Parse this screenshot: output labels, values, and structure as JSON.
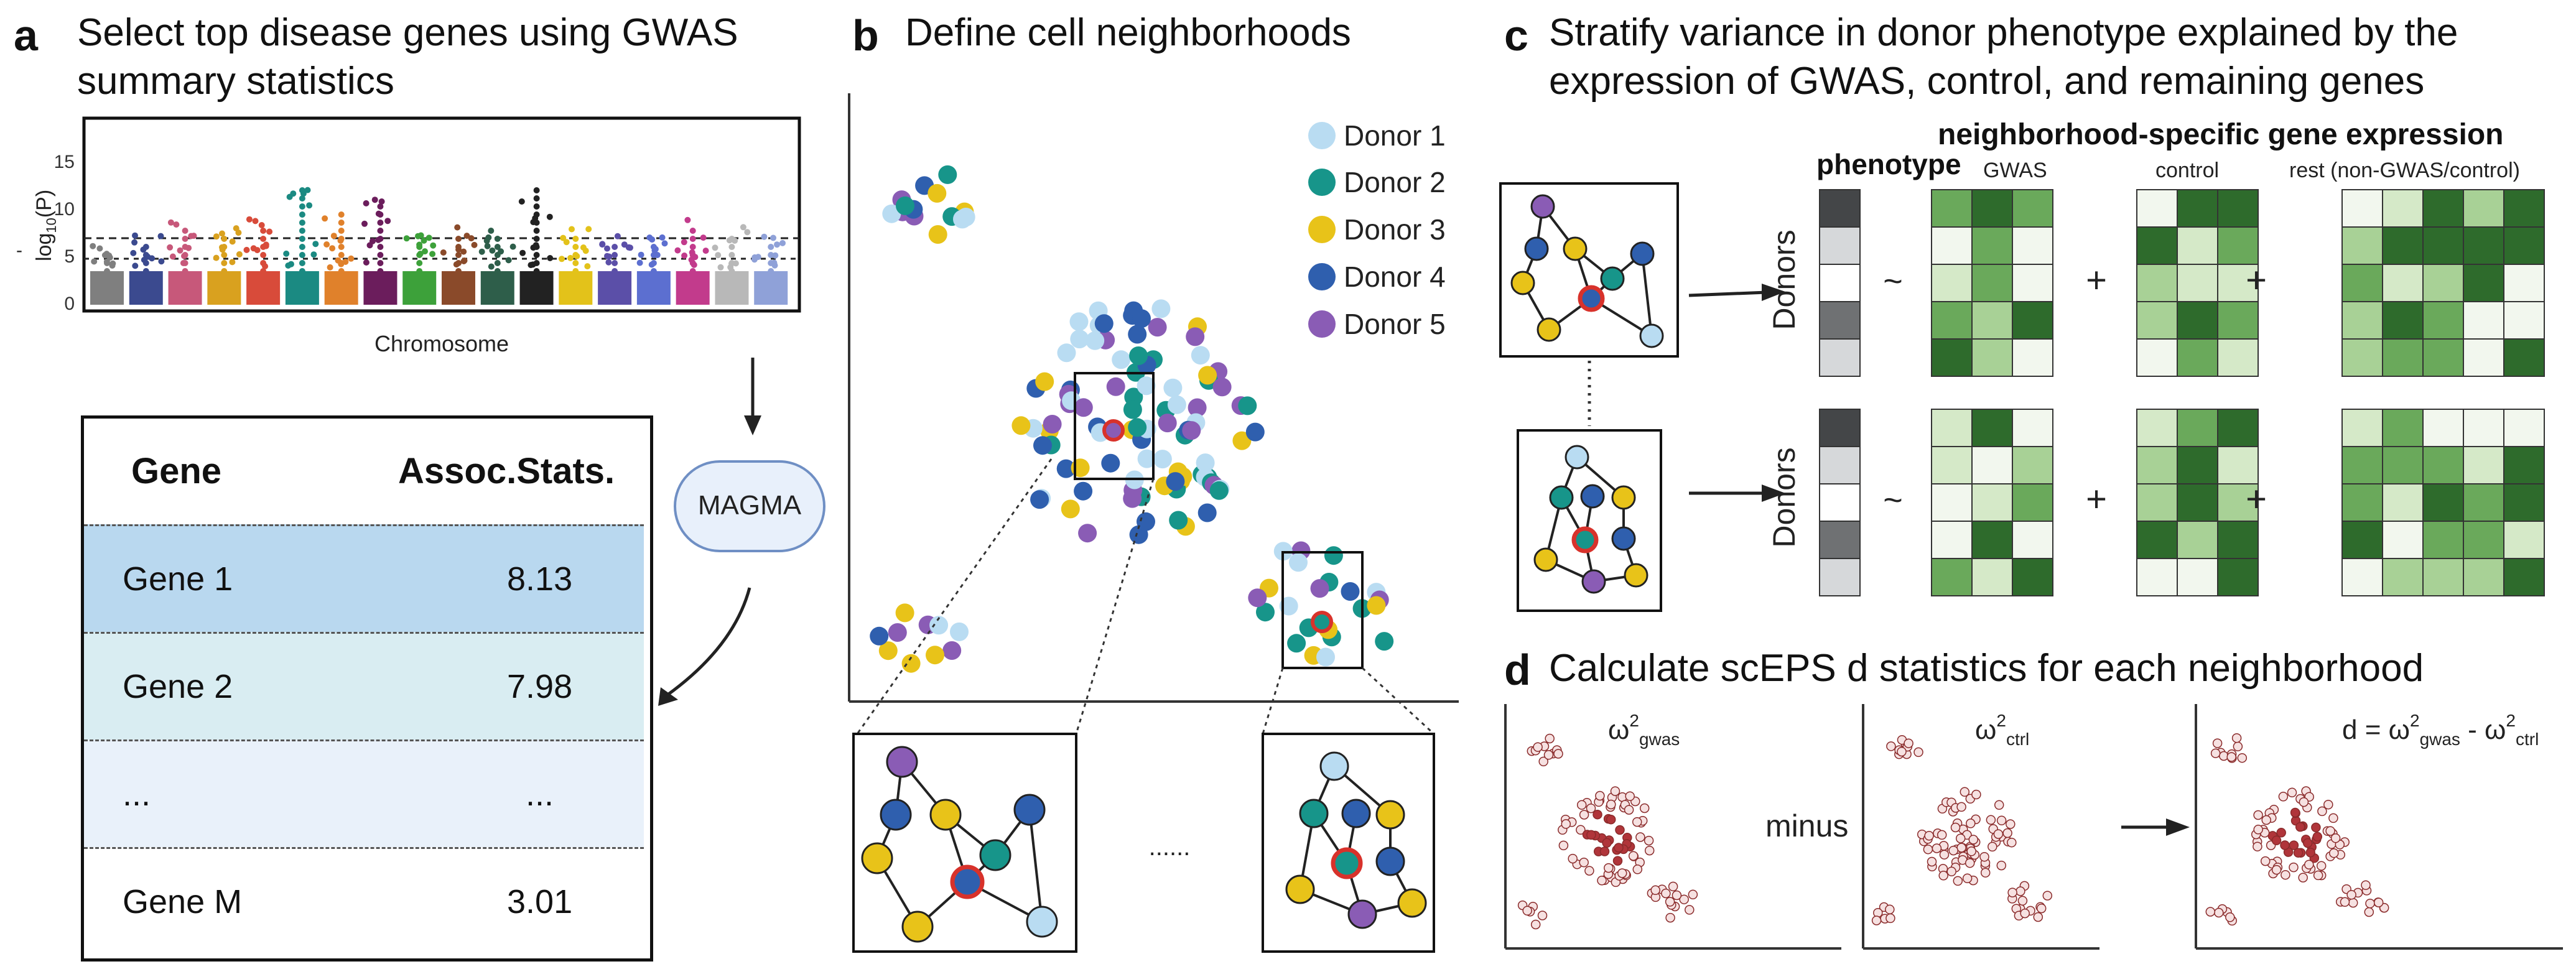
{
  "panels": {
    "a": {
      "letter": "a",
      "title_line1": "Select top disease genes using GWAS",
      "title_line2": "summary statistics",
      "manhattan": {
        "ylabel": "-log10(P)",
        "ylabel_base": "log",
        "ylabel_sub": "10",
        "ylabel_rest": "(P)",
        "ylabel_minus": "-",
        "yticks": [
          "0",
          "5",
          "10",
          "15"
        ],
        "xlabel": "Chromosome"
      },
      "method_label": "MAGMA",
      "table": {
        "headers": [
          "Gene",
          "Assoc.Stats."
        ],
        "rows": [
          {
            "gene": "Gene 1",
            "stat": "8.13",
            "color": "#b9d8ef"
          },
          {
            "gene": "Gene 2",
            "stat": "7.98",
            "color": "#d9edf2"
          },
          {
            "gene": "...",
            "stat": "...",
            "color": "#e9f1fa"
          },
          {
            "gene": "Gene M",
            "stat": "3.01",
            "color": "#ffffff"
          }
        ]
      }
    },
    "b": {
      "letter": "b",
      "title": "Define cell neighborhoods",
      "legend": [
        {
          "label": "Donor 1",
          "color": "#b9dcf2"
        },
        {
          "label": "Donor 2",
          "color": "#17958a"
        },
        {
          "label": "Donor 3",
          "color": "#e8c319"
        },
        {
          "label": "Donor 4",
          "color": "#2f5fae"
        },
        {
          "label": "Donor 5",
          "color": "#8a5cb5"
        }
      ],
      "ellipsis": "......"
    },
    "c": {
      "letter": "c",
      "title_line1": "Stratify variance in donor phenotype explained by the",
      "title_line2": "expression of GWAS, control, and remaining genes",
      "phenotype_label": "phenotype",
      "expression_label": "neighborhood-specific gene expression",
      "col_gwas": "GWAS",
      "col_control": "control",
      "col_rest": "rest (non-GWAS/control)",
      "donors_label": "Donors",
      "tilde": "~",
      "plus": "+"
    },
    "d": {
      "letter": "d",
      "title": "Calculate scEPS d statistics for each neighborhood",
      "omega": "ω",
      "sup2": "2",
      "sub_gwas": "gwas",
      "sub_ctrl": "ctrl",
      "d_prefix": "d = ",
      "d_minus": " - ",
      "minus_word": "minus"
    }
  },
  "colors": {
    "green_scale": [
      "#f2f7ee",
      "#d5e9c8",
      "#a8d196",
      "#6aa95b",
      "#2e6b2c"
    ],
    "gray_scale": [
      "#ffffff",
      "#d6d8da",
      "#a9abad",
      "#6f7173",
      "#444648"
    ],
    "highlight_ring": "#d8322b",
    "point_dark": "#b0353a",
    "point_light": "#f6e1e1"
  }
}
